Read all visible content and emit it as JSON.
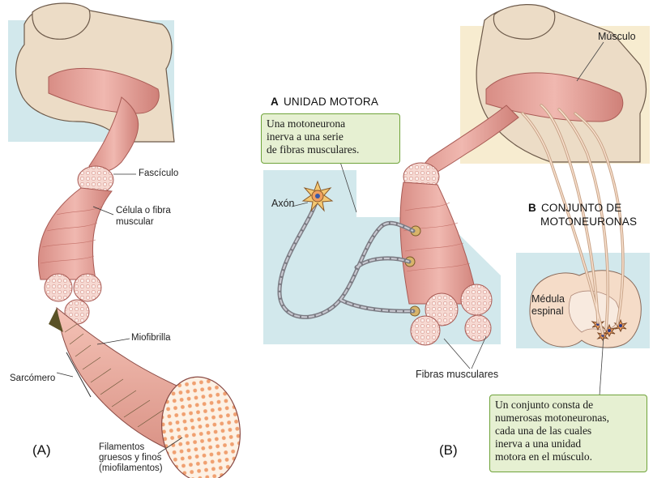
{
  "panel_a": {
    "labels": {
      "fasciculo": "Fascículo",
      "celula": "Célula o fibra\nmuscular",
      "miofibrilla": "Miofibrilla",
      "sarcomero": "Sarcómero",
      "filamentos": "Filamentos\ngruesos y finos\n(miofilamentos)"
    },
    "caption": "(A)"
  },
  "panel_b": {
    "musculo": "Músculo",
    "unidad_motora": {
      "letter": "A",
      "title": "UNIDAD MOTORA"
    },
    "callout_top": "Una motoneurona\ninerva a una serie\nde fibras musculares.",
    "axon": "Axón",
    "conjunto": {
      "letter": "B",
      "title_line1": "CONJUNTO DE",
      "title_line2": "MOTONEURONAS"
    },
    "medula": "Médula\nespinal",
    "fibras": "Fibras musculares",
    "callout_bottom": "Un conjunto consta de\nnumerosas motoneuronas,\ncada una de las cuales\ninerva a una unidad\nmotora en el músculo.",
    "caption": "(B)"
  },
  "colors": {
    "muscle": "#e8a8a0",
    "muscle_dark": "#c97a72",
    "skin": "#ecdcc6",
    "bg_blue": "#d2e8ec",
    "bg_cream": "#f7ecd0",
    "callout_fill": "#e6f0d2",
    "callout_border": "#6fa33a"
  }
}
